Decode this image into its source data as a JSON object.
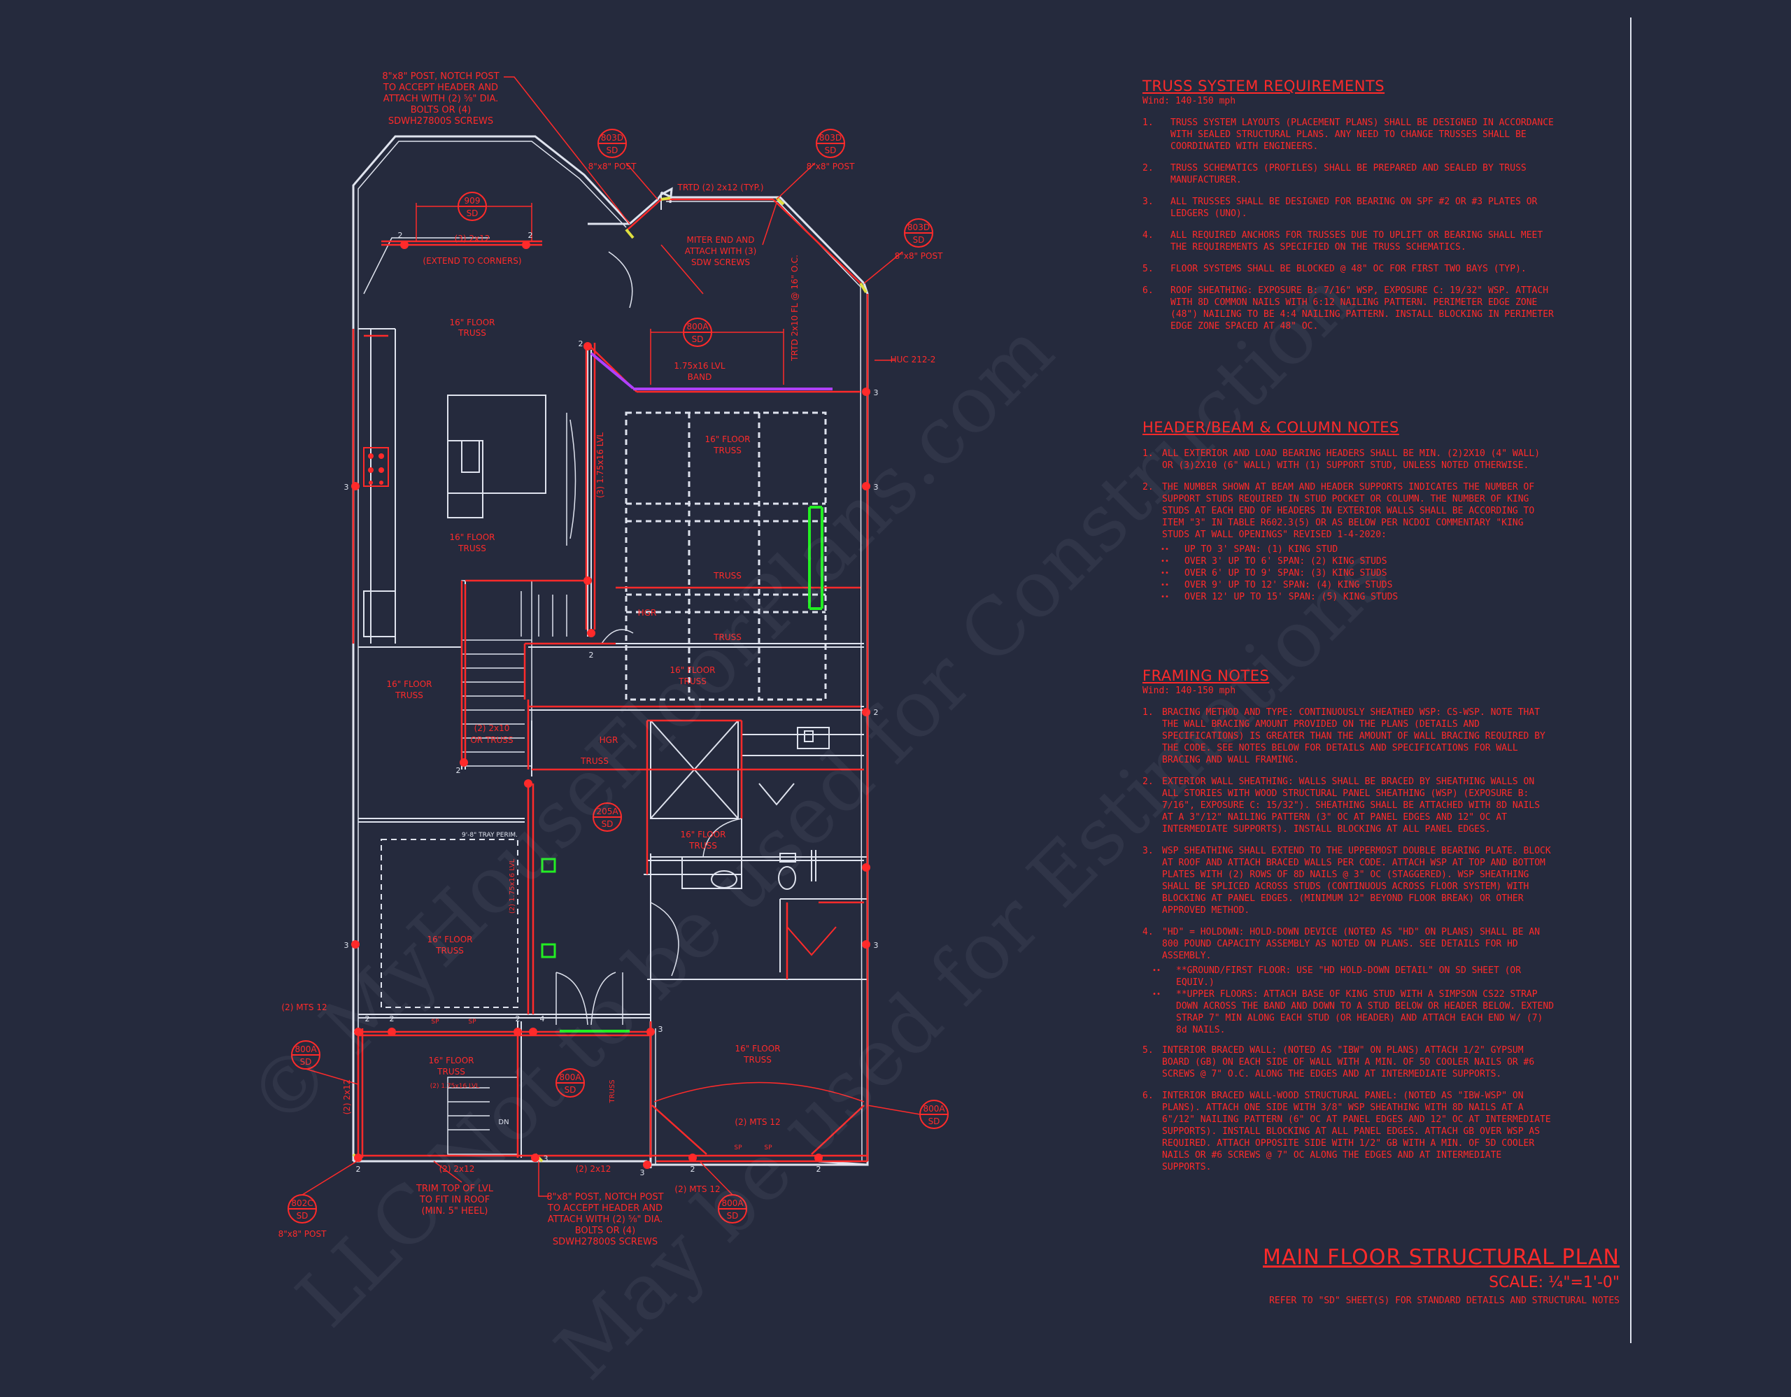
{
  "watermark": [
    "© MyHouseFloorPlans.com",
    "LLC Not to be used for Construction",
    "May be used for Estimations"
  ],
  "truss": {
    "title": "TRUSS SYSTEM REQUIREMENTS",
    "wind": "Wind: 140-150 mph",
    "items": [
      "TRUSS SYSTEM LAYOUTS (PLACEMENT PLANS) SHALL BE DESIGNED IN ACCORDANCE WITH SEALED STRUCTURAL PLANS. ANY NEED TO CHANGE TRUSSES SHALL BE COORDINATED WITH ENGINEERS.",
      "TRUSS SCHEMATICS (PROFILES) SHALL BE PREPARED AND SEALED BY TRUSS MANUFACTURER.",
      "ALL TRUSSES SHALL BE DESIGNED FOR BEARING ON SPF #2 OR #3 PLATES OR LEDGERS (UNO).",
      "ALL REQUIRED ANCHORS FOR TRUSSES DUE TO UPLIFT OR BEARING SHALL MEET THE REQUIREMENTS AS SPECIFIED ON THE TRUSS SCHEMATICS.",
      "FLOOR SYSTEMS SHALL BE BLOCKED @ 48\" OC FOR FIRST TWO BAYS (TYP).",
      "ROOF SHEATHING: EXPOSURE B: 7/16\" WSP, EXPOSURE C: 19/32\" WSP. ATTACH WITH 8d COMMON NAILS WITH 6:12 NAILING PATTERN. PERIMETER EDGE ZONE (48\") NAILING TO BE 4:4 NAILING PATTERN. INSTALL BLOCKING IN PERIMETER EDGE ZONE SPACED AT 48\" OC."
    ]
  },
  "header": {
    "title": "HEADER/BEAM & COLUMN NOTES",
    "items": [
      "ALL EXTERIOR AND LOAD BEARING HEADERS SHALL BE MIN. (2)2x10 (4\" WALL) OR (3)2x10 (6\" WALL) WITH (1) SUPPORT STUD, UNLESS NOTED OTHERWISE.",
      "THE NUMBER SHOWN AT BEAM AND HEADER SUPPORTS INDICATES THE NUMBER OF SUPPORT STUDS REQUIRED IN STUD POCKET OR COLUMN. THE NUMBER OF KING STUDS AT EACH END OF HEADERS IN EXTERIOR WALLS SHALL BE ACCORDING TO ITEM \"3\" IN TABLE R602.3(5) OR AS BELOW PER NCDOI COMMENTARY \"KING STUDS AT WALL OPENINGS\" REVISED 1-4-2020:"
    ],
    "studs": [
      "UP TO 3' SPAN: (1) KING STUD",
      "OVER 3' UP TO 6' SPAN: (2) KING STUDS",
      "OVER 6' UP TO 9' SPAN: (3) KING STUDS",
      "OVER 9' UP TO 12' SPAN: (4) KING STUDS",
      "OVER 12' UP TO 15' SPAN: (5) KING STUDS"
    ]
  },
  "framing": {
    "title": "FRAMING NOTES",
    "wind": "Wind: 140-150 mph",
    "items": [
      "BRACING METHOD AND TYPE: CONTINUOUSLY SHEATHED WSP: CS-WSP. NOTE THAT THE WALL BRACING AMOUNT PROVIDED ON THE PLANS (DETAILS AND SPECIFICATIONS) IS GREATER THAN THE AMOUNT OF WALL BRACING REQUIRED BY THE CODE. SEE NOTES BELOW FOR DETAILS AND SPECIFICATIONS FOR WALL BRACING AND WALL FRAMING.",
      "EXTERIOR WALL SHEATHING: WALLS SHALL BE BRACED BY SHEATHING WALLS ON ALL STORIES WITH WOOD STRUCTURAL PANEL SHEATHING (WSP) (EXPOSURE B: 7/16\", EXPOSURE C: 15/32\"). SHEATHING SHALL BE ATTACHED WITH 8d NAILS AT A 3\"/12\" NAILING PATTERN (3\" OC AT PANEL EDGES AND 12\" OC AT INTERMEDIATE SUPPORTS). INSTALL BLOCKING AT ALL PANEL EDGES.",
      "WSP SHEATHING SHALL EXTEND TO THE UPPERMOST DOUBLE BEARING PLATE. BLOCK AT ROOF AND ATTACH BRACED WALLS PER CODE. ATTACH WSP AT TOP AND BOTTOM PLATES WITH (2) ROWS OF 8d NAILS @ 3\" OC (STAGGERED). WSP SHEATHING SHALL BE SPLICED ACROSS STUDS (CONTINUOUS ACROSS FLOOR SYSTEM) WITH BLOCKING AT PANEL EDGES. (MINIMUM 12\" BEYOND FLOOR BREAK) OR OTHER APPROVED METHOD.",
      "\"HD\" = HOLDOWN: HOLD-DOWN DEVICE (NOTED AS \"HD\" ON PLANS) SHALL BE AN 800 POUND CAPACITY ASSEMBLY AS NOTED ON PLANS. SEE DETAILS FOR HD ASSEMBLY.",
      "INTERIOR BRACED WALL: (NOTED AS \"IBW\" ON PLANS) ATTACH 1/2\" GYPSUM BOARD (GB) ON EACH SIDE OF WALL WITH A MIN. OF 5d COOLER NAILS OR #6 SCREWS @ 7\" O.C. ALONG THE EDGES AND AT INTERMEDIATE SUPPORTS.",
      "INTERIOR BRACED WALL-WOOD STRUCTURAL PANEL: (NOTED AS \"IBW-WSP\" ON PLANS). ATTACH ONE SIDE WITH 3/8\" WSP SHEATHING WITH 8d NAILS AT A 6\"/12\" NAILING PATTERN (6\" OC AT PANEL EDGES AND 12\" OC AT INTERMEDIATE SUPPORTS). INSTALL BLOCKING AT ALL PANEL EDGES. ATTACH GB OVER WSP AS REQUIRED. ATTACH OPPOSITE SIDE WITH 1/2\" GB WITH A MIN. OF 5d COOLER NAILS OR #6 SCREWS @ 7\" OC ALONG THE EDGES AND AT INTERMEDIATE SUPPORTS."
    ],
    "hd_bullets": [
      "**GROUND/FIRST FLOOR: USE \"HD HOLD-DOWN DETAIL\" ON SD SHEET (OR EQUIV.)",
      "**UPPER FLOORS: ATTACH BASE OF KING STUD WITH A SIMPSON CS22 STRAP DOWN ACROSS THE BAND AND DOWN TO A STUD BELOW OR HEADER BELOW. EXTEND STRAP 7\" MIN ALONG EACH STUD (OR HEADER) AND ATTACH EACH END W/ (7) 8d NAILS."
    ]
  },
  "title_block": {
    "title": "MAIN FLOOR STRUCTURAL PLAN",
    "scale": "SCALE: ¼\"=1'-0\"",
    "refer": "REFER TO \"SD\" SHEET(S) FOR STANDARD DETAILS AND STRUCTURAL NOTES"
  },
  "plan": {
    "callouts": [
      {
        "id": "post-top-left",
        "lines": [
          "8\"x8\" POST, NOTCH POST",
          "TO ACCEPT HEADER AND",
          "ATTACH WITH (2) ⅝\" DIA.",
          "BOLTS OR (4)",
          "SDWH27800S SCREWS"
        ]
      },
      {
        "id": "post-bottom",
        "lines": [
          "8\"x8\" POST, NOTCH POST",
          "TO ACCEPT HEADER AND",
          "ATTACH WITH (2) ⅝\" DIA.",
          "BOLTS OR (4)",
          "SDWH27800S SCREWS"
        ]
      },
      {
        "id": "miter",
        "lines": [
          "MITER END AND",
          "ATTACH WITH (3)",
          "SDW SCREWS"
        ]
      },
      {
        "id": "trim-top",
        "lines": [
          "TRIM TOP OF LVL",
          "TO FIT IN ROOF",
          "(MIN. 5\" HEEL)"
        ]
      }
    ],
    "bubbles": [
      {
        "top": "803D",
        "bot": "SD",
        "label": "8\"x8\" POST"
      },
      {
        "top": "803D",
        "bot": "SD",
        "label": "8\"x8\" POST"
      },
      {
        "top": "803D",
        "bot": "SD",
        "label": "8\"x8\" POST"
      },
      {
        "top": "909",
        "bot": "SD",
        "label": ""
      },
      {
        "top": "800A",
        "bot": "SD",
        "label": ""
      },
      {
        "top": "205A",
        "bot": "SD",
        "label": ""
      },
      {
        "top": "800A",
        "bot": "SD",
        "label": ""
      },
      {
        "top": "800A",
        "bot": "SD",
        "label": ""
      },
      {
        "top": "800A",
        "bot": "SD",
        "label": ""
      },
      {
        "top": "802C",
        "bot": "SD",
        "label": "8\"x8\" POST"
      },
      {
        "top": "800A",
        "bot": "SD",
        "label": ""
      }
    ],
    "labels": {
      "trtd": "TRTD (2) 2x12 (TYP.)",
      "header_3_2x12": "(3) 2x12",
      "extend_corners": "(EXTEND TO CORNERS)",
      "floor_truss": "16\" FLOOR",
      "truss": "TRUSS",
      "lvl_band": "1.75x16 LVL",
      "band": "BAND",
      "huc": "HUC 212-2",
      "lvl_vertical": "(3) 1.75x16 LVL",
      "trtd_vertical": "TRTD 2x10 FL @ 16\" O.C.",
      "or_truss_a": "(2) 2x10",
      "or_truss_b": "OR TRUSS",
      "hgr": "HGR",
      "tray": "9'-8\" TRAY PERIM.",
      "mts_12": "(2) MTS 12",
      "two_2x12": "(2) 2x12",
      "hd": "HD",
      "sp": "SP",
      "dn": "DN",
      "lvl_small": "(2) 1.75x16 LVL"
    }
  }
}
